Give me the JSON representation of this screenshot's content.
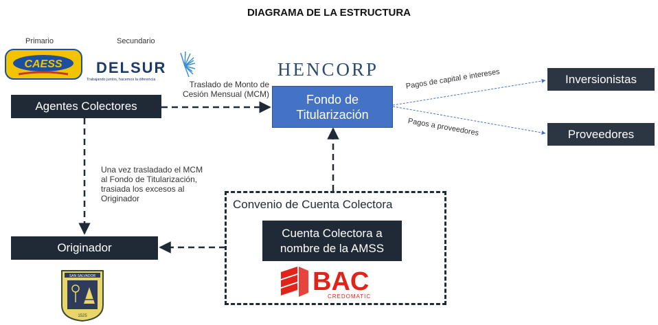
{
  "title": "DIAGRAMA DE LA ESTRUCTURA",
  "labels": {
    "primario": "Primario",
    "secundario": "Secundario"
  },
  "logos": {
    "caess": "CAESS",
    "delsur": "DELSUR",
    "delsur_tagline": "Trabajando juntos, hacemos la diferencia",
    "hencorp": "HENCORP",
    "bac": "BAC",
    "bac_sub": "CREDOMATIC",
    "seal_top": "SAN SALVADOR",
    "seal_bottom": "1525"
  },
  "nodes": {
    "agentes": "Agentes Colectores",
    "fondo_line1": "Fondo de",
    "fondo_line2": "Titularización",
    "inversionistas": "Inversionistas",
    "proveedores": "Proveedores",
    "originador": "Originador",
    "convenio": "Convenio de Cuenta Colectora",
    "cuenta_line1": "Cuenta Colectora a",
    "cuenta_line2": "nombre de la AMSS"
  },
  "edges": {
    "mcm_line1": "Traslado de Monto de",
    "mcm_line2": "Cesión Mensual (MCM)",
    "pagos_capital": "Pagos de capital e intereses",
    "pagos_proveedores": "Pagos a proveedores",
    "excesos": [
      "Una vez trasladado el MCM",
      "al Fondo de Titularización,",
      "trasiada los excesos al",
      "Originador"
    ]
  },
  "colors": {
    "dark_box": "#1f2a36",
    "blue_box": "#4472c4",
    "arrow_blue": "#4472c4",
    "bac_red": "#e2231a",
    "caess_yellow": "#f2c400",
    "caess_blue": "#1c4fa0",
    "delsur_navy": "#1b3a6b",
    "delsur_rays": "#3a8fd6",
    "hencorp_navy": "#2d4a73"
  }
}
